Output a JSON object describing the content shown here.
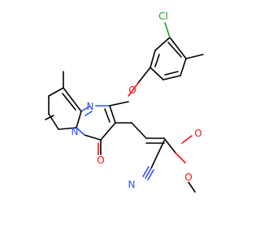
{
  "molecule": {
    "atoms": {
      "cl": "Cl",
      "o_ether": "O",
      "o_carbonyl": "O",
      "o_ester_double": "O",
      "o_ester_single": "O",
      "n_upper": "N",
      "n_lower": "N",
      "n_nitrile": "N"
    },
    "colors": {
      "carbon": "#000000",
      "nitrogen": "#3050f8",
      "oxygen": "#ff0d0d",
      "chlorine": "#1fa01f"
    }
  }
}
